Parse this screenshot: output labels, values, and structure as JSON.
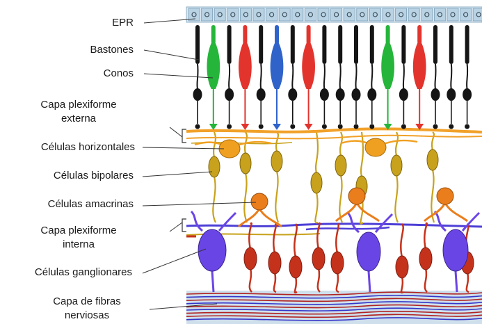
{
  "labels": {
    "epr": "EPR",
    "bastones": "Bastones",
    "conos": "Conos",
    "plex_ext_1": "Capa plexiforme",
    "plex_ext_2": "externa",
    "horizontales": "Células horizontales",
    "bipolares": "Células bipolares",
    "amacrinas": "Células amacrinas",
    "plex_int_1": "Capa plexiforme",
    "plex_int_2": "interna",
    "ganglionares": "Células ganglionares",
    "fibras_1": "Capa de fibras",
    "fibras_2": "nerviosas"
  },
  "colors": {
    "epr_band": "#dce9f2",
    "epr_cell": "#b9d3e4",
    "rod": "#151515",
    "cone_green": "#25b53a",
    "cone_red": "#e2342d",
    "cone_blue": "#2f63c9",
    "opl": "#f1a12a",
    "horizontal": "#f0a020",
    "bipolar": "#c8a21c",
    "amacrine": "#ea7e1c",
    "ipl_blue": "#4d3fd6",
    "ganglion_red": "#c5321c",
    "ganglion_purple": "#6a45e6",
    "fiber_band": "#cfe0ec",
    "fiber_red": "#b22222",
    "fiber_blue": "#3535c9"
  },
  "photoreceptors": [
    "rod",
    "cone_green",
    "rod",
    "cone_red",
    "rod",
    "cone_blue",
    "rod",
    "cone_red",
    "rod",
    "rod",
    "rod",
    "rod",
    "cone_green",
    "rod",
    "cone_red",
    "rod",
    "rod",
    "rod"
  ]
}
